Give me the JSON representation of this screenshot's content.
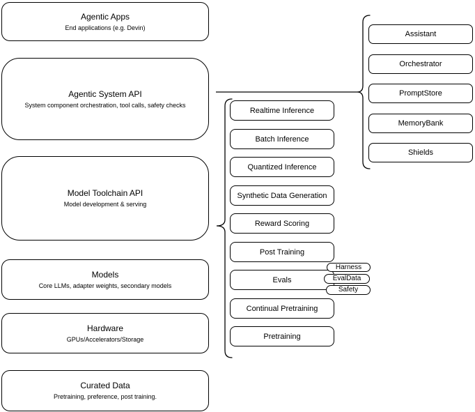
{
  "diagram": {
    "layers": [
      {
        "title": "Agentic Apps",
        "subtitle": "End applications (e.g. Devin)"
      },
      {
        "title": "Agentic System API",
        "subtitle": "System component orchestration, tool calls, safety checks"
      },
      {
        "title": "Model Toolchain API",
        "subtitle": "Model development & serving"
      },
      {
        "title": "Models",
        "subtitle": "Core LLMs, adapter weights, secondary models"
      },
      {
        "title": "Hardware",
        "subtitle": "GPUs/Accelerators/Storage"
      },
      {
        "title": "Curated Data",
        "subtitle": "Pretraining, preference, post training."
      }
    ],
    "toolchain_services": {
      "items": [
        "Realtime Inference",
        "Batch Inference",
        "Quantized Inference",
        "Synthetic Data Generation",
        "Reward Scoring",
        "Post Training",
        "Evals",
        "Continual Pretraining",
        "Pretraining"
      ],
      "evals_tags": [
        "Harness",
        "EvalData",
        "Safety"
      ]
    },
    "system_components": {
      "items": [
        "Assistant",
        "Orchestrator",
        "PromptStore",
        "MemoryBank",
        "Shields"
      ]
    },
    "colors": {
      "stroke": "#000000",
      "fill": "#ffffff",
      "text": "#000000"
    }
  }
}
